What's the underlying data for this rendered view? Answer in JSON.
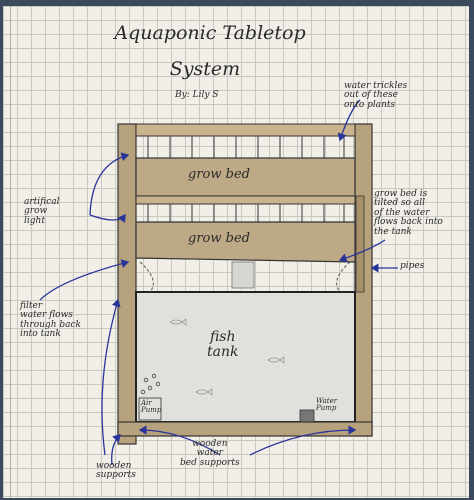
{
  "title_line1": "Aquaponic Tabletop",
  "title_line2": "System",
  "byline": "By: Lily S",
  "labels": {
    "water_trickles": "water trickles\nout of these\nonto plants",
    "grow_bed_top": "grow bed",
    "grow_bed_bottom": "grow bed",
    "artificial_grow_light": "artifical\ngrow\nlight",
    "grow_bed_tilted": "grow bed is\ntilted so all\nof the water\nflows back into\nthe tank",
    "pipes": "pipes",
    "filter_water": "filter\nwater flows\nthrough back\ninto tank",
    "fish_tank": "fish\ntank",
    "air_pump": "Air\nPump",
    "water_pump": "Water\nPump",
    "wooden_water_bed_supports": "wooden\nwater\nbed supports",
    "wooden_supports": "wooden\nsupports"
  },
  "colors": {
    "paper": "#f1efe8",
    "grid": "#c9c9c2",
    "wood": "#b7a27e",
    "tank_water": "#e0e0dc",
    "pencil": "#2a2a2a",
    "blue_pen": "#28349a"
  }
}
